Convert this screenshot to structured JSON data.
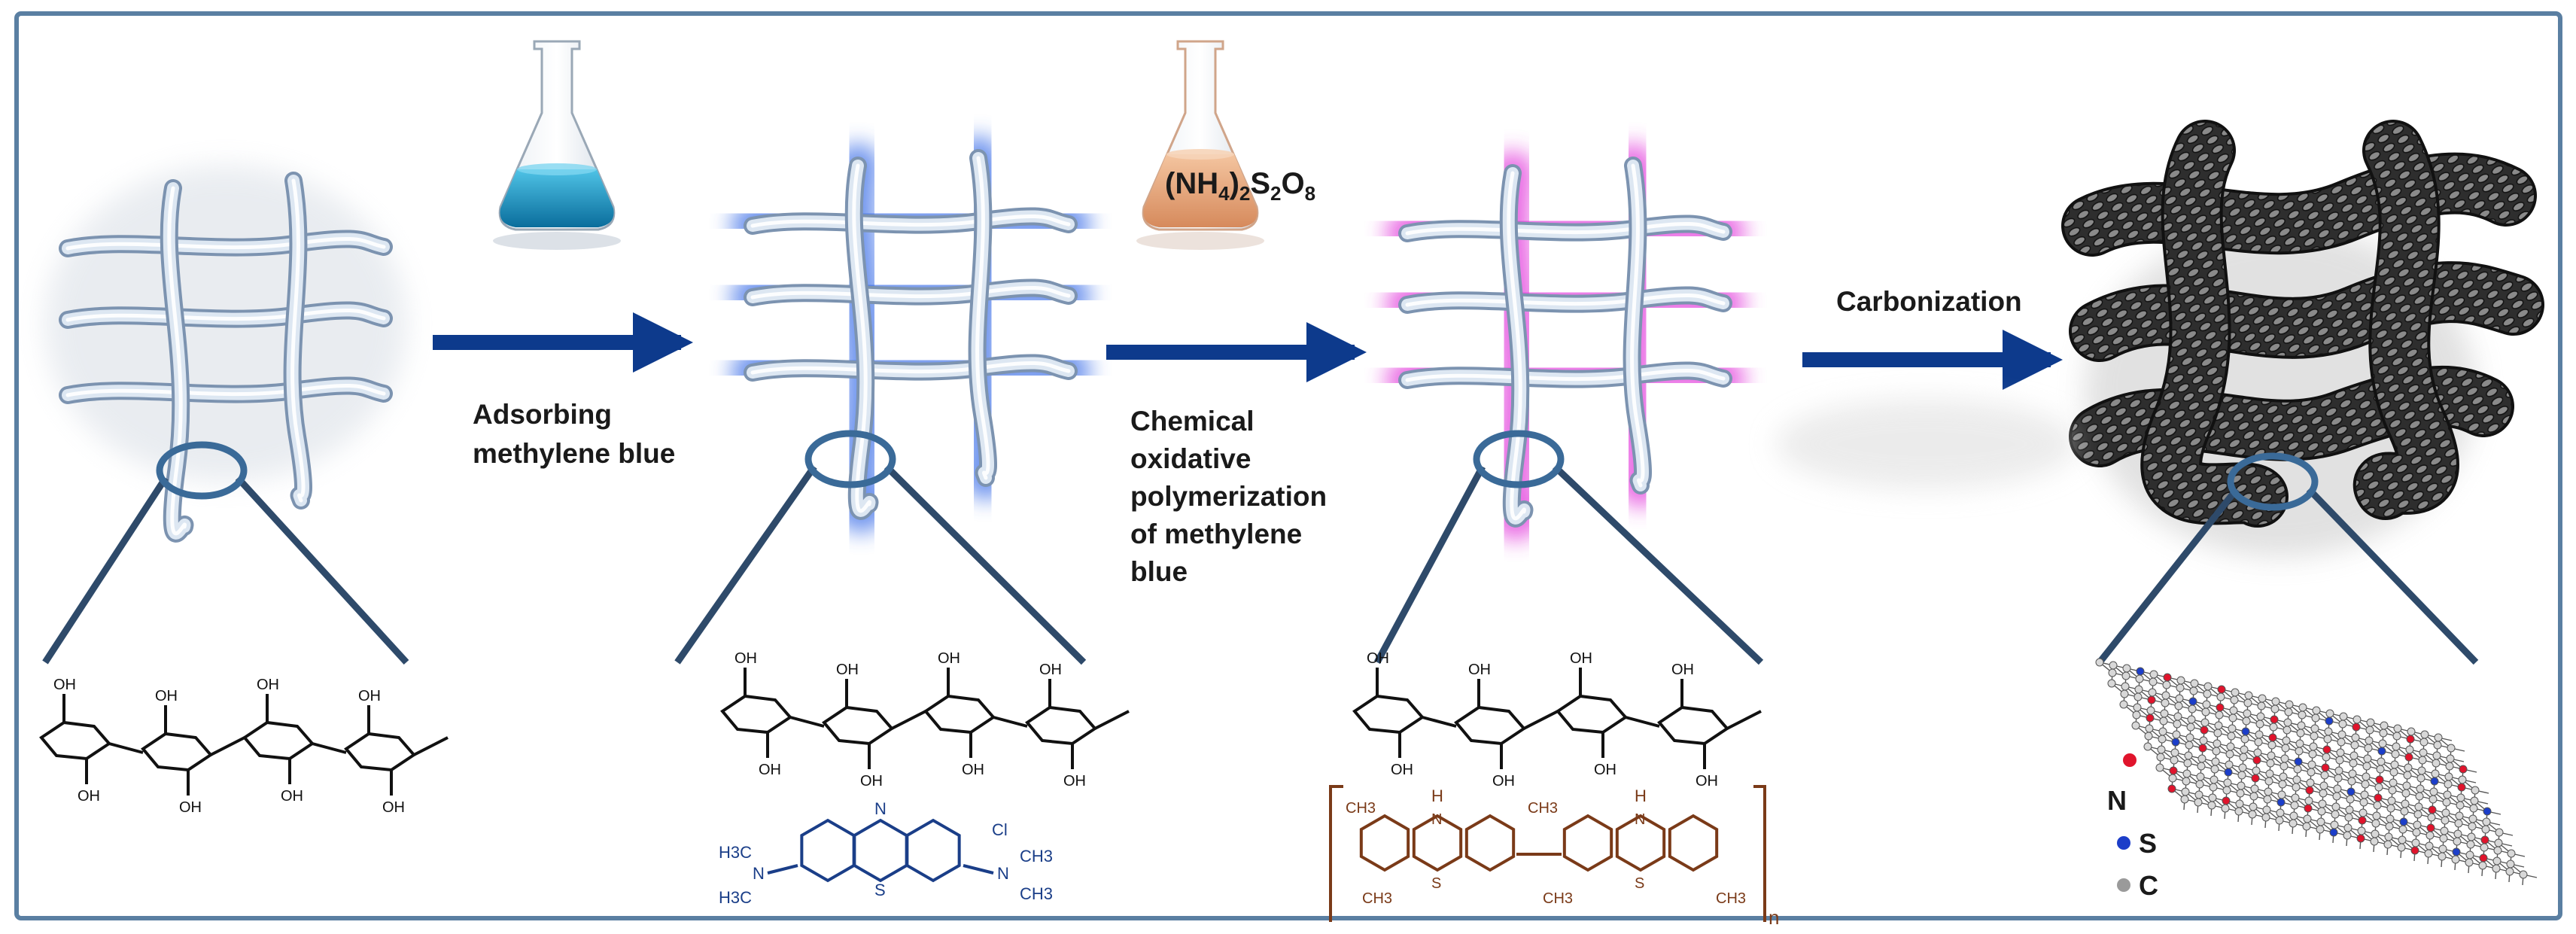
{
  "labels": {
    "step1": "Adsorbing\nmethylene blue",
    "step2": "Chemical\noxidative\npolymerization\nof methylene\nblue",
    "step3": "Carbonization"
  },
  "reagent": {
    "prefix": "(NH",
    "sub1": "4",
    "mid1": ")",
    "sub2": "2",
    "mid2": "S",
    "sub3": "2",
    "mid3": "O",
    "sub4": "8"
  },
  "chem_labels": {
    "oh": "OH",
    "cl": "Cl",
    "n": "N",
    "s": "S",
    "h": "H",
    "ch3": "CH3",
    "h3c": "H3C",
    "repeat_n": "n"
  },
  "legend": [
    {
      "label": "N",
      "color": "#e0142c"
    },
    {
      "label": "S",
      "color": "#1c3ec9"
    },
    {
      "label": "C",
      "color": "#9a9a9a"
    }
  ],
  "colors": {
    "frame": "#5a7fa2",
    "arrow": "#0d3a8c",
    "lens": "#3a6a98",
    "magnifier_line": "#2e4a6a",
    "mb_blue": "#1a3e88",
    "polymer_brown": "#7a3a18",
    "glow_blue": "#3d6fe8",
    "glow_pink": "#e23adb",
    "fiber": "#c9d8ea",
    "carbon": "#333333"
  }
}
